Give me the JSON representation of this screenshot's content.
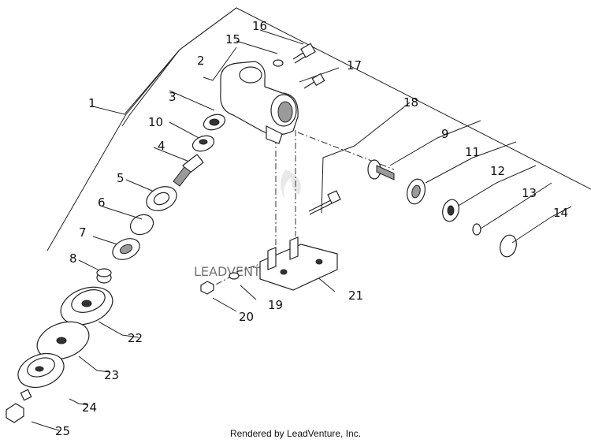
{
  "diagram": {
    "callouts": [
      "1",
      "2",
      "3",
      "4",
      "5",
      "6",
      "7",
      "8",
      "9",
      "10",
      "11",
      "12",
      "13",
      "14",
      "15",
      "16",
      "17",
      "18",
      "19",
      "20",
      "21",
      "22",
      "23",
      "24",
      "25"
    ],
    "watermark": "LEADVENTURE",
    "footer": "Rendered by LeadVenture, Inc."
  }
}
